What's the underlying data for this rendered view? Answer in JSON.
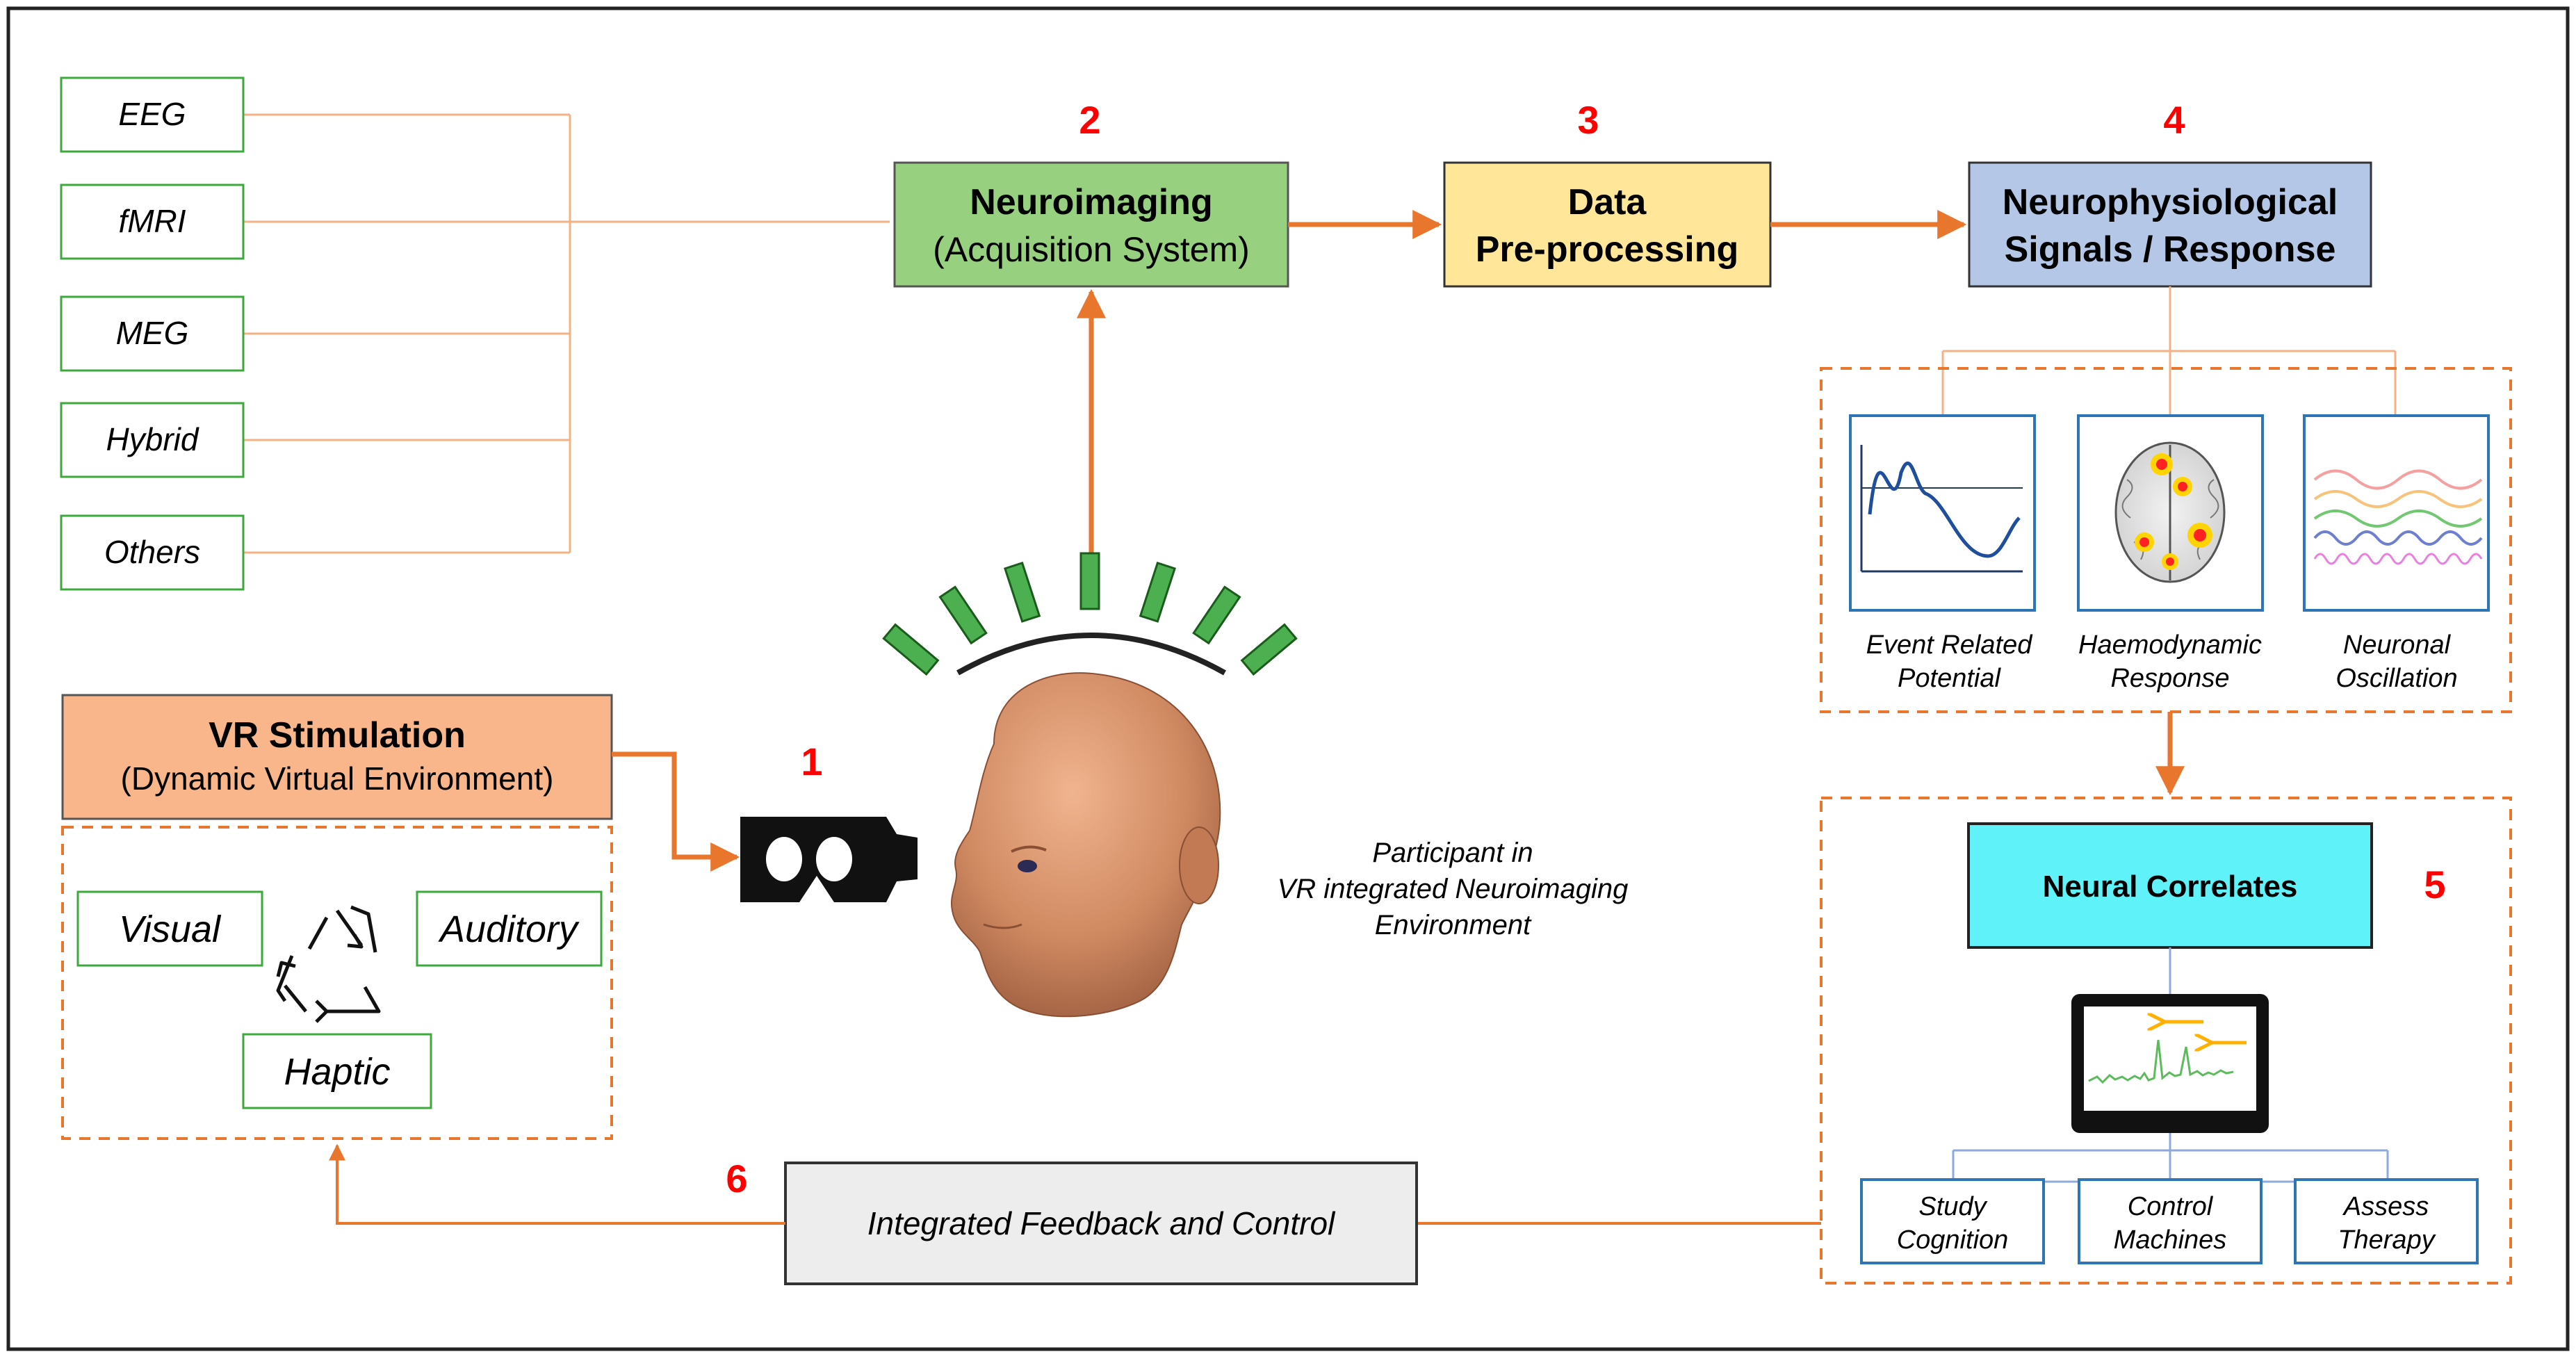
{
  "modalities": [
    "EEG",
    "fMRI",
    "MEG",
    "Hybrid",
    "Others"
  ],
  "steps": {
    "s1": "1",
    "s2": "2",
    "s3": "3",
    "s4": "4",
    "s5": "5",
    "s6": "6"
  },
  "neuroimaging": {
    "title": "Neuroimaging",
    "subtitle": "(Acquisition System)"
  },
  "preprocessing": {
    "line1": "Data",
    "line2": "Pre-processing"
  },
  "signals": {
    "line1": "Neurophysiological",
    "line2": "Signals / Response"
  },
  "signal_types": [
    {
      "line1": "Event Related",
      "line2": "Potential"
    },
    {
      "line1": "Haemodynamic",
      "line2": "Response"
    },
    {
      "line1": "Neuronal",
      "line2": "Oscillation"
    }
  ],
  "neural_correlates": "Neural Correlates",
  "applications": [
    {
      "line1": "Study",
      "line2": "Cognition"
    },
    {
      "line1": "Control",
      "line2": "Machines"
    },
    {
      "line1": "Assess",
      "line2": "Therapy"
    }
  ],
  "vr": {
    "title": "VR Stimulation",
    "subtitle": "(Dynamic Virtual Environment)"
  },
  "senses": {
    "visual": "Visual",
    "auditory": "Auditory",
    "haptic": "Haptic"
  },
  "participant": {
    "line1": "Participant in",
    "line2": "VR integrated Neuroimaging",
    "line3": "Environment"
  },
  "feedback": "Integrated Feedback and Control",
  "colors": {
    "orange_line": "#E8762C",
    "thin_line": "#F4B183",
    "green_box": "#A9D18E",
    "green_border": "#3BAA3B",
    "yellow_box": "#FFE699",
    "blue_box": "#B4C7E7",
    "cyan_box": "#5FF2F8",
    "vr_box": "#F8B68A",
    "step_red": "#FF0000",
    "feedback_box": "#EDEDED",
    "app_border": "#2E75B6",
    "sensor_green": "#4CAF50",
    "skin": "#D8966E"
  }
}
